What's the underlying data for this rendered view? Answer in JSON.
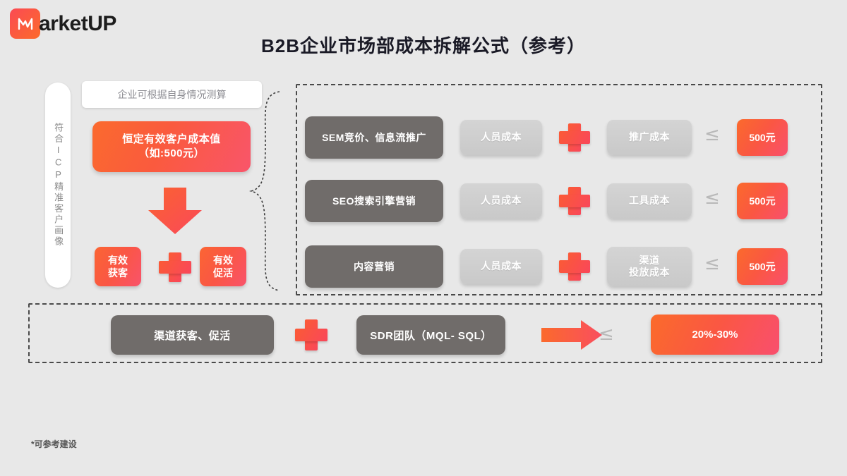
{
  "brand": {
    "name": "arketUP",
    "logo_icon": "marketup-m-logo",
    "accent": "#fa5a3e"
  },
  "header": {
    "title": "B2B企业市场部成本拆解公式（参考）"
  },
  "left_panel": {
    "icp_label": "符合ICP精准客户画像",
    "hint": "企业可根据自身情况测算",
    "fixed_cost": {
      "line1": "恒定有效客户成本值",
      "line2": "（如:500元）"
    },
    "arrow_icon": "arrow-down-icon",
    "outputs": [
      {
        "line1": "有效",
        "line2": "获客"
      },
      {
        "line1": "有效",
        "line2": "促活"
      }
    ],
    "plus_icon": "plus-icon"
  },
  "channel_rows": [
    {
      "channel": "SEM竞价、信息流推广",
      "cost_a": {
        "line1": "人员成本",
        "line2": ""
      },
      "plus_icon": "plus-icon",
      "cost_b": {
        "line1": "推广成本",
        "line2": ""
      },
      "operator": "≤",
      "amount": "500元"
    },
    {
      "channel": "SEO搜索引擎营销",
      "cost_a": {
        "line1": "人员成本",
        "line2": ""
      },
      "plus_icon": "plus-icon",
      "cost_b": {
        "line1": "工具成本",
        "line2": ""
      },
      "operator": "≤",
      "amount": "500元"
    },
    {
      "channel": "内容营销",
      "cost_a": {
        "line1": "人员成本",
        "line2": ""
      },
      "plus_icon": "plus-icon",
      "cost_b": {
        "line1": "渠道",
        "line2": "投放成本"
      },
      "operator": "≤",
      "amount": "500元"
    }
  ],
  "summary_row": {
    "left": "渠道获客、促活",
    "plus_icon": "plus-icon",
    "right": "SDR团队（MQL- SQL）",
    "arrow_icon": "arrow-right-icon",
    "operator": "≤",
    "result": "20%-30%"
  },
  "footnote": "*可参考建设"
}
